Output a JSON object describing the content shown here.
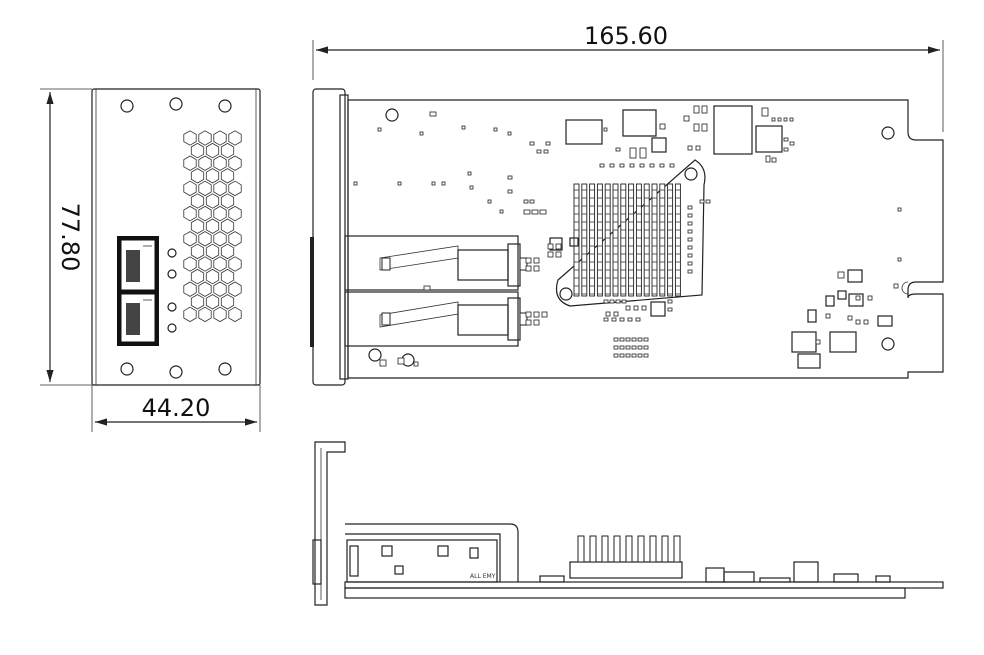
{
  "dimensions": {
    "length": "165.60",
    "height": "77.80",
    "width": "44.20"
  },
  "side_label": "ALL EMY"
}
